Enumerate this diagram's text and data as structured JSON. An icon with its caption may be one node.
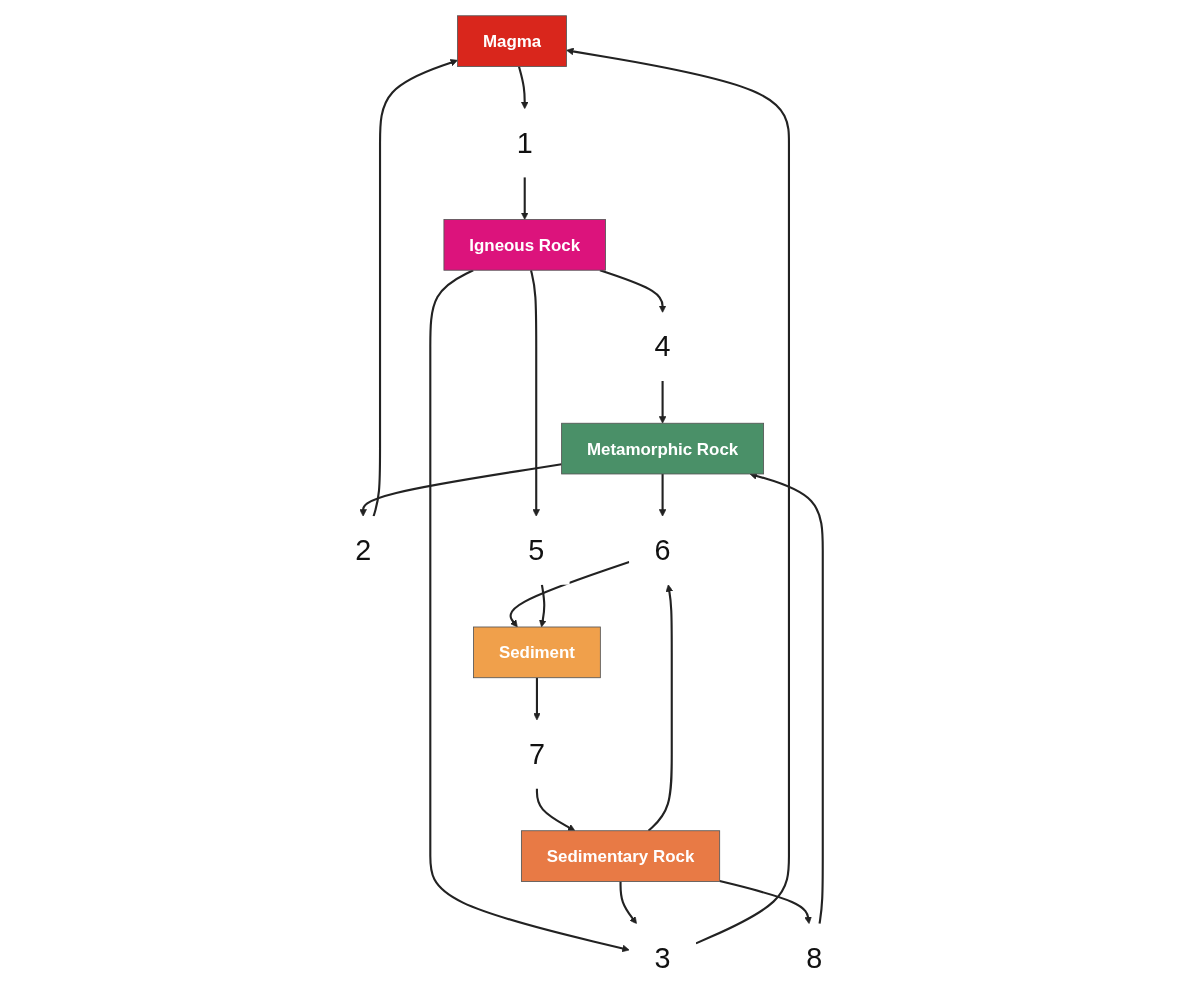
{
  "diagram": {
    "nodes": [
      {
        "text": [
          "Magma"
        ]
      },
      {
        "text": [
          "1"
        ]
      },
      {
        "text": [
          "2"
        ]
      },
      {
        "text": [
          "Igneous Rock"
        ]
      },
      {
        "text": [
          "3"
        ]
      },
      {
        "text": [
          "Metamorphic Rock"
        ]
      },
      {
        "text": [
          "4"
        ]
      },
      {
        "text": [
          "5"
        ]
      },
      {
        "text": [
          "8"
        ]
      },
      {
        "text": [
          "6"
        ]
      },
      {
        "text": [
          "Sediment"
        ]
      },
      {
        "text": [
          "Sedimentary Rock"
        ]
      },
      {
        "text": [
          "7"
        ]
      }
    ],
    "edges": [
      {
        "from": 0,
        "to": 1,
        "arrow": "to"
      },
      {
        "from": 1,
        "to": 3,
        "arrow": "to"
      },
      {
        "from": 5,
        "to": 2,
        "arrow": "to"
      },
      {
        "from": 2,
        "to": 0,
        "arrow": "to"
      },
      {
        "from": 4,
        "to": 0,
        "arrow": "to"
      },
      {
        "from": 3,
        "to": 4,
        "arrow": "to"
      },
      {
        "from": 3,
        "to": 6,
        "arrow": "to"
      },
      {
        "from": 6,
        "to": 5,
        "arrow": "to"
      },
      {
        "from": 11,
        "to": 4,
        "arrow": "to"
      },
      {
        "from": 5,
        "to": 9,
        "arrow": "to"
      },
      {
        "from": 11,
        "to": 9,
        "arrow": "to"
      },
      {
        "from": 9,
        "to": 10,
        "arrow": "to"
      },
      {
        "from": 3,
        "to": 7,
        "arrow": "to"
      },
      {
        "from": 7,
        "to": 10,
        "arrow": "to"
      },
      {
        "from": 10,
        "to": 12,
        "arrow": "to"
      },
      {
        "from": 12,
        "to": 11,
        "arrow": "to"
      },
      {
        "from": 11,
        "to": 8,
        "arrow": "to"
      },
      {
        "from": 8,
        "to": 5,
        "arrow": "to"
      }
    ]
  }
}
